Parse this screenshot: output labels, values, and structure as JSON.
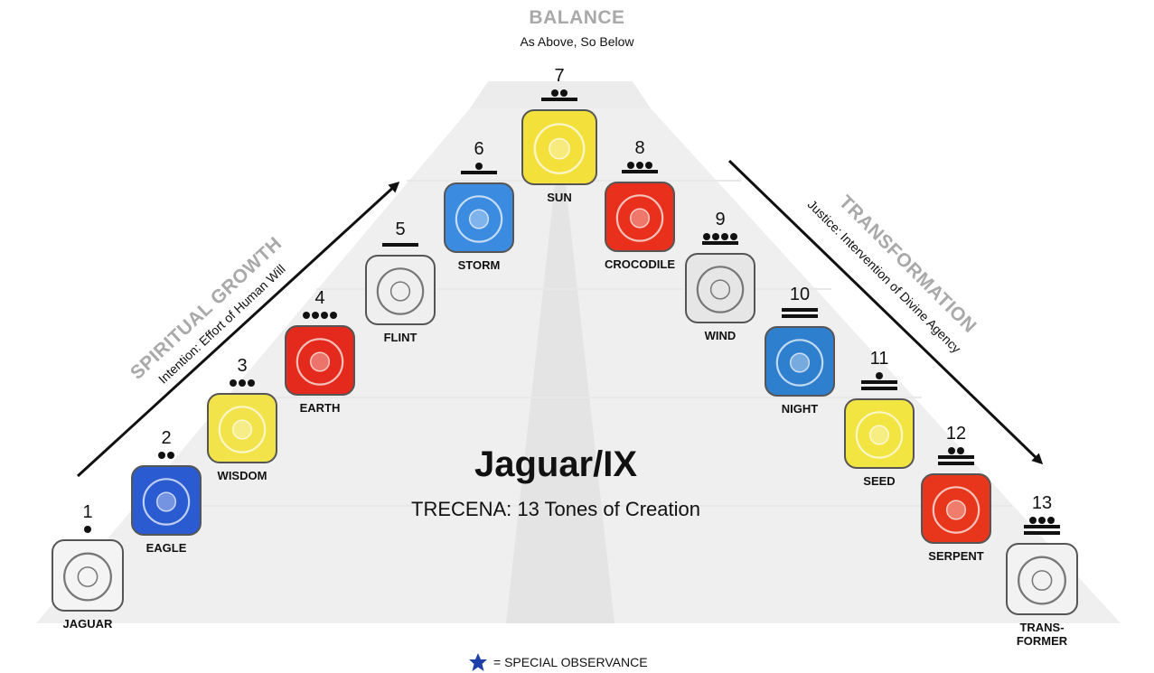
{
  "header": {
    "title": "BALANCE",
    "subtitle": "As Above, So Below"
  },
  "left_arc": {
    "title": "SPIRITUAL GROWTH",
    "subtitle": "Intention: Effort of Human Will"
  },
  "right_arc": {
    "title": "TRANSFORMATION",
    "subtitle": "Justice: Intervention of Divine Agency"
  },
  "center": {
    "title": "Jaguar/IX",
    "subtitle": "TRECENA: 13 Tones of Creation"
  },
  "legend": {
    "text": "= SPECIAL OBSERVANCE",
    "star_color": "#1e3fa8"
  },
  "tones": [
    {
      "number": "1",
      "name": "JAGUAR",
      "bars": 0,
      "dots": 1,
      "color": "#f4f4f4",
      "icon": "jaguar-face-icon"
    },
    {
      "number": "2",
      "name": "EAGLE",
      "bars": 0,
      "dots": 2,
      "color": "#2a5bd1",
      "icon": "eagle-icon"
    },
    {
      "number": "3",
      "name": "WISDOM",
      "bars": 0,
      "dots": 3,
      "color": "#f2e34a",
      "icon": "wisdom-icon"
    },
    {
      "number": "4",
      "name": "EARTH",
      "bars": 0,
      "dots": 4,
      "color": "#e42a1c",
      "icon": "earth-icon"
    },
    {
      "number": "5",
      "name": "FLINT",
      "bars": 1,
      "dots": 0,
      "color": "#efefef",
      "icon": "flint-icon"
    },
    {
      "number": "6",
      "name": "STORM",
      "bars": 1,
      "dots": 1,
      "color": "#3b8be0",
      "icon": "storm-icon"
    },
    {
      "number": "7",
      "name": "SUN",
      "bars": 1,
      "dots": 2,
      "color": "#f4e03a",
      "icon": "sun-icon"
    },
    {
      "number": "8",
      "name": "CROCODILE",
      "bars": 1,
      "dots": 3,
      "color": "#e8301d",
      "icon": "crocodile-icon"
    },
    {
      "number": "9",
      "name": "WIND",
      "bars": 1,
      "dots": 4,
      "color": "#e6e6e6",
      "icon": "wind-icon"
    },
    {
      "number": "10",
      "name": "NIGHT",
      "bars": 2,
      "dots": 0,
      "color": "#2f7fcf",
      "icon": "night-icon"
    },
    {
      "number": "11",
      "name": "SEED",
      "bars": 2,
      "dots": 1,
      "color": "#f2e441",
      "icon": "seed-icon"
    },
    {
      "number": "12",
      "name": "SERPENT",
      "bars": 2,
      "dots": 2,
      "color": "#e8361c",
      "icon": "serpent-icon"
    },
    {
      "number": "13",
      "name": "TRANS-\nFORMER",
      "bars": 2,
      "dots": 3,
      "color": "#f2f2f2",
      "icon": "transformer-icon"
    }
  ]
}
